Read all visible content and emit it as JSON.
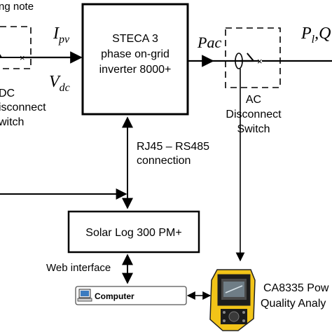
{
  "labels": {
    "top_left_note": "ng note",
    "inverter_line1": "STECA 3",
    "inverter_line2": "phase on-grid",
    "inverter_line3": "inverter 8000+",
    "ipv_main": "I",
    "ipv_sub": "pv",
    "vdc_main": "V",
    "vdc_sub": "dc",
    "pac": "Pac",
    "pl_main": "P",
    "pl_sub": "l",
    "pl_rest": ",Q",
    "dc_switch_line1": "DC",
    "dc_switch_line2": "isconnect",
    "dc_switch_line3": "witch",
    "ac_switch_line1": "AC",
    "ac_switch_line2": "Disconnect",
    "ac_switch_line3": "Switch",
    "rj45_line1": "RJ45 – RS485",
    "rj45_line2": "connection",
    "solar_log": "Solar Log 300 PM+",
    "web_interface": "Web interface",
    "computer": "Computer",
    "analyzer_line1": "CA8335 Pow",
    "analyzer_line2": "Quality Analy"
  },
  "colors": {
    "line": "#000000",
    "analyzer_body": "#f2c418",
    "analyzer_screen": "#4a4a4a",
    "computer_screen": "#3b7bbf"
  }
}
